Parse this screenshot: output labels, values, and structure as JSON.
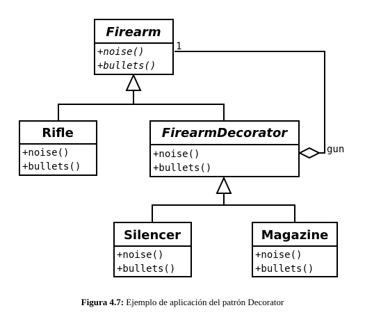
{
  "classes": {
    "firearm": {
      "name": "Firearm",
      "ops": [
        "+noise()",
        "+bullets()"
      ]
    },
    "rifle": {
      "name": "Rifle",
      "ops": [
        "+noise()",
        "+bullets()"
      ]
    },
    "decorator": {
      "name": "FirearmDecorator",
      "ops": [
        "+noise()",
        "+bullets()"
      ]
    },
    "silencer": {
      "name": "Silencer",
      "ops": [
        "+noise()",
        "+bullets()"
      ]
    },
    "magazine": {
      "name": "Magazine",
      "ops": [
        "+noise()",
        "+bullets()"
      ]
    }
  },
  "association": {
    "multiplicity": "1",
    "role": "gun"
  },
  "caption": {
    "label": "Figura 4.7:",
    "text": " Ejemplo de aplicación del patrón Decorator"
  }
}
